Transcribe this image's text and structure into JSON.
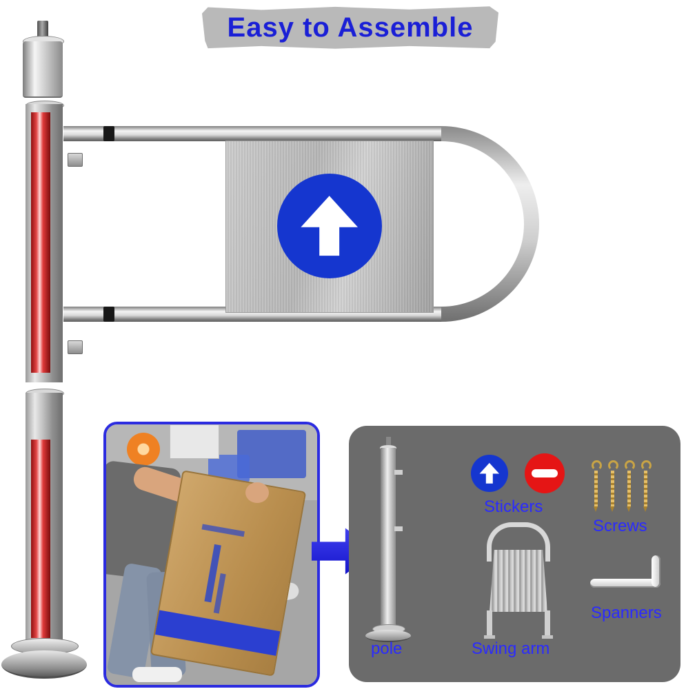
{
  "banner": {
    "text": "Easy to Assemble"
  },
  "sign": {
    "symbol": "up-arrow"
  },
  "flow": {
    "arrow": "right-arrow"
  },
  "stickers": {
    "allowed": "up-arrow-circle",
    "forbidden": "no-entry-circle"
  },
  "parts_panel": {
    "labels": {
      "pole": "pole",
      "stickers": "Stickers",
      "screws": "Screws",
      "swing_arm": "Swing arm",
      "spanners": "Spanners"
    }
  },
  "colors": {
    "banner_text": "#1a1fd6",
    "banner_bg": "#b9b9b9",
    "label_blue": "#2a2aff",
    "sign_blue": "#1536cf",
    "sticker_red": "#e51515",
    "flow_arrow_blue": "#1d1de0",
    "parts_panel_bg": "#6b6b6b"
  }
}
